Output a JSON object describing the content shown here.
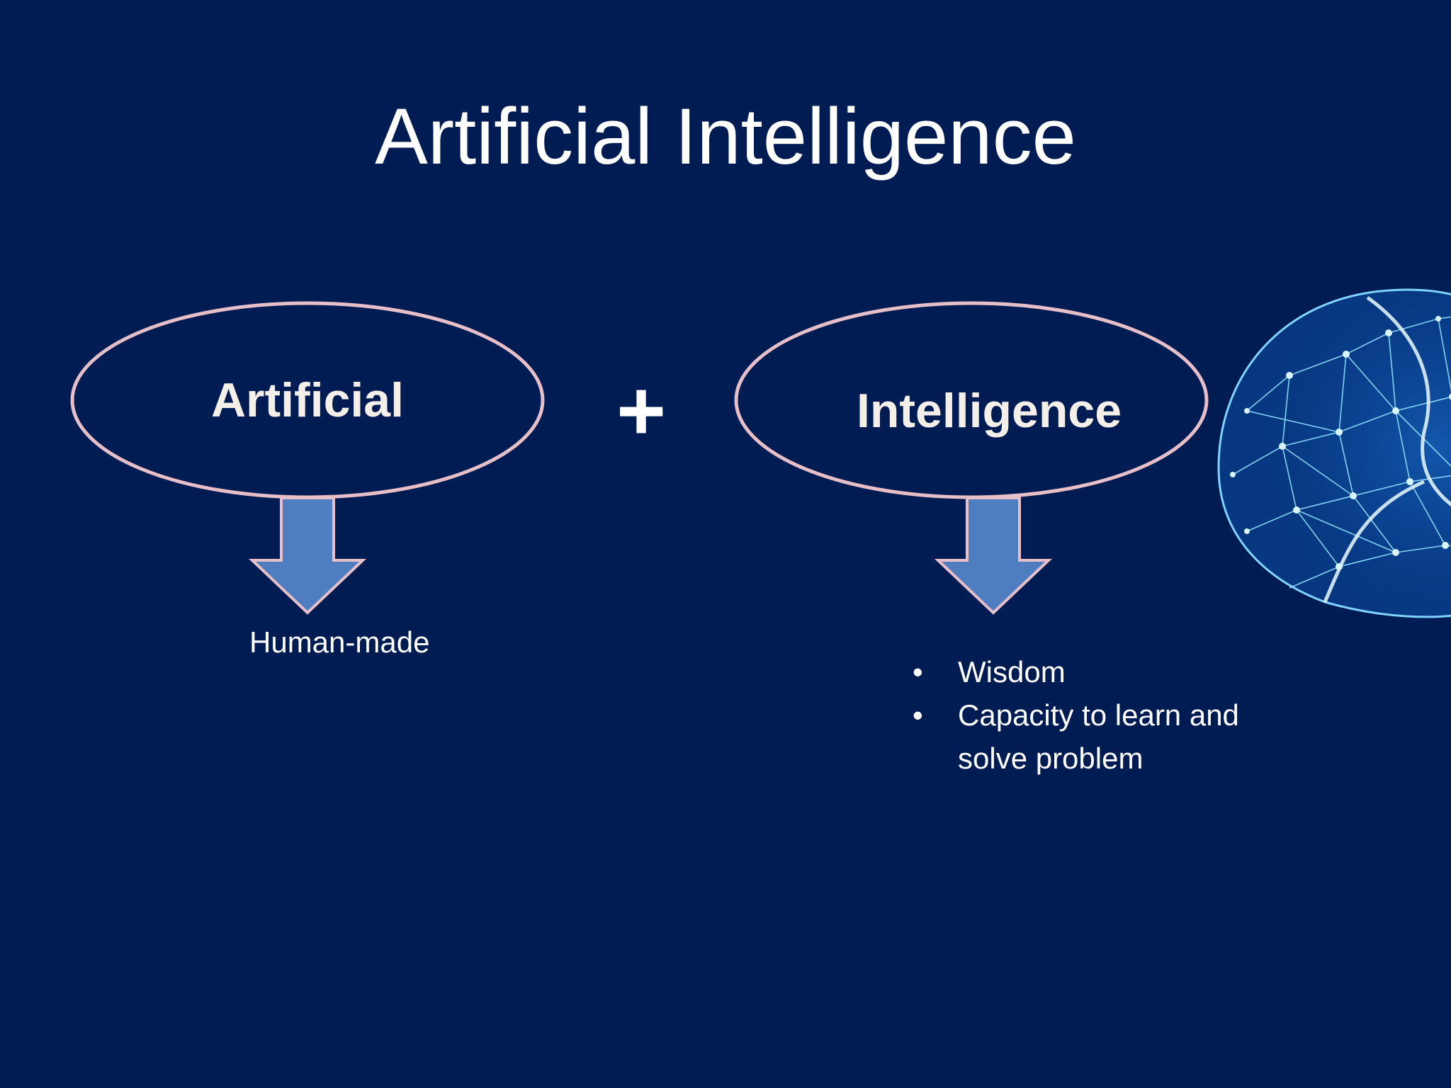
{
  "title": "Artificial Intelligence",
  "left_term": "Artificial",
  "operator": "+",
  "right_term": "Intelligence",
  "left_meaning": "Human-made",
  "right_meaning": {
    "bullet_symbol": "•",
    "items": [
      "Wisdom",
      "Capacity to learn and solve problem"
    ]
  },
  "colors": {
    "background": "#011c52",
    "ellipse_stroke": "#e6bfc8",
    "arrow_fill": "#4f7ec0",
    "arrow_stroke": "#e6bfc8"
  }
}
